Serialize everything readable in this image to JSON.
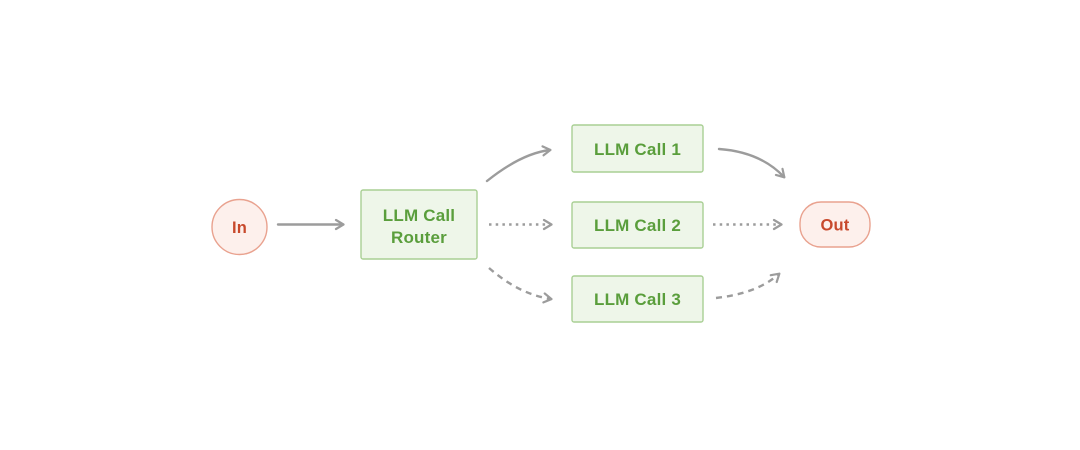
{
  "diagram": {
    "description": "Routing workflow diagram: input routed by an LLM call router to one of three LLM calls, then to output",
    "nodes": {
      "input": {
        "label": "In"
      },
      "router": {
        "label_line1": "LLM Call",
        "label_line2": "Router"
      },
      "call1": {
        "label": "LLM Call 1"
      },
      "call2": {
        "label": "LLM Call 2"
      },
      "call3": {
        "label": "LLM Call 3"
      },
      "output": {
        "label": "Out"
      }
    },
    "edges": [
      {
        "from": "In",
        "to": "LLM Call Router",
        "style": "solid"
      },
      {
        "from": "LLM Call Router",
        "to": "LLM Call 1",
        "style": "solid"
      },
      {
        "from": "LLM Call Router",
        "to": "LLM Call 2",
        "style": "dotted"
      },
      {
        "from": "LLM Call Router",
        "to": "LLM Call 3",
        "style": "dashed"
      },
      {
        "from": "LLM Call 1",
        "to": "Out",
        "style": "solid"
      },
      {
        "from": "LLM Call 2",
        "to": "Out",
        "style": "dotted"
      },
      {
        "from": "LLM Call 3",
        "to": "Out",
        "style": "dashed"
      }
    ],
    "colors": {
      "background": "#ffffff",
      "box_fill": "#eef6e9",
      "box_border": "#a9cf94",
      "box_text": "#5a9e3c",
      "terminal_fill": "#fdf0ec",
      "terminal_border": "#e9a28f",
      "terminal_text": "#c8492c",
      "arrow": "#9c9c9c"
    }
  }
}
